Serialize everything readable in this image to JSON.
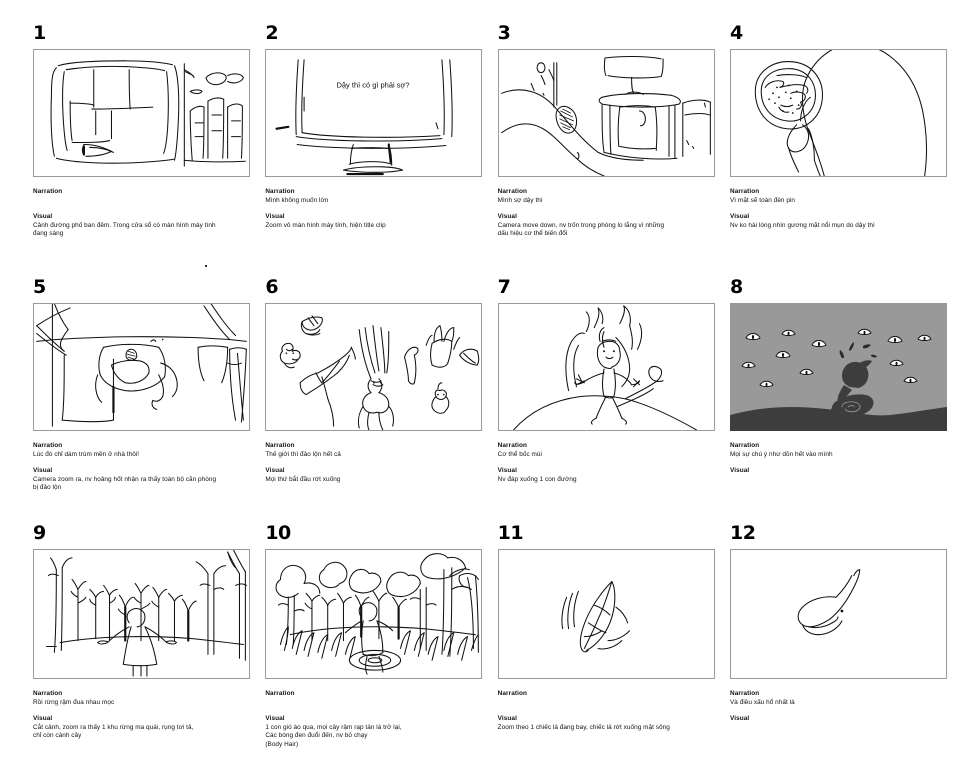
{
  "document": {
    "type": "storyboard",
    "panel_count": 12,
    "labels": {
      "narration": "Narration",
      "visual": "Visual"
    }
  },
  "panels": [
    {
      "number": "1",
      "narration": "",
      "visual": "Cảnh đường phố ban đêm. Trong cửa sổ có màn hình máy tính\nđang sáng",
      "scene": "night-street-window-with-computer-screen"
    },
    {
      "number": "2",
      "narration": "Mình không muốn lớn",
      "visual": "Zoom vô màn hình máy tính, hiện title clip",
      "scene": "monitor-title-card",
      "screen_text": "Dậy thì có gì phải sợ?"
    },
    {
      "number": "3",
      "narration": "Mình sợ dậy thì",
      "visual": "Camera move down, nv trốn trong phòng lo lắng vì những\ndấu hiệu cơ thể biến đổi",
      "scene": "character-hiding-under-blanket-in-room"
    },
    {
      "number": "4",
      "narration": "Vì mặt sẽ toàn đèn pin",
      "visual": "Nv ko hài lòng nhìn gương mặt nổi mụn do dậy thì",
      "scene": "looking-at-acne-face-in-hand-mirror"
    },
    {
      "number": "5",
      "narration": "Lúc đó chỉ dám trùm mền ở nhà thôi!",
      "visual": "Camera zoom ra, nv hoảng hốt nhận ra thấy toàn bộ căn phòng\nbị đảo lộn",
      "scene": "room-upside-down-character-on-bed"
    },
    {
      "number": "6",
      "narration": "Thế giới thì đảo lộn hết cả",
      "visual": "Mọi thứ bắt đầu rớt xuống",
      "scene": "objects-falling-through-air"
    },
    {
      "number": "7",
      "narration": "Cơ thể bốc mùi",
      "visual": "Nv đáp xuống 1 con đường",
      "scene": "character-on-road-with-smell-waves"
    },
    {
      "number": "8",
      "narration": "Mọi sự chú ý như dồn hết vào mình",
      "visual": "",
      "scene": "snail-character-watched-by-floating-eyes",
      "background_color": "#999999",
      "ground_color": "#3d3d3d"
    },
    {
      "number": "9",
      "narration": "Rồi rừng rậm đua nhau mọc",
      "visual": "Cắt cảnh, zoom ra thấy 1 khu rừng ma quái,  rụng tơi tả,\nchỉ còn cành cây",
      "scene": "character-in-bare-tree-forest"
    },
    {
      "number": "10",
      "narration": "",
      "visual": "1 con gió ào qua, mọi cây rậm rạp tán lá trở lại,\nCác bóng đen đuổi đến, nv bỏ chạy\n(Body Hair)",
      "scene": "lush-forest-character-running"
    },
    {
      "number": "11",
      "narration": "",
      "visual": "Zoom theo 1 chiếc lá đang bay, chiếc lá rớt xuống mặt sông",
      "scene": "leaf-flying-in-wind"
    },
    {
      "number": "12",
      "narration": "Và điều xấu hổ nhất là",
      "visual": "",
      "scene": "tadpole-shape"
    }
  ]
}
